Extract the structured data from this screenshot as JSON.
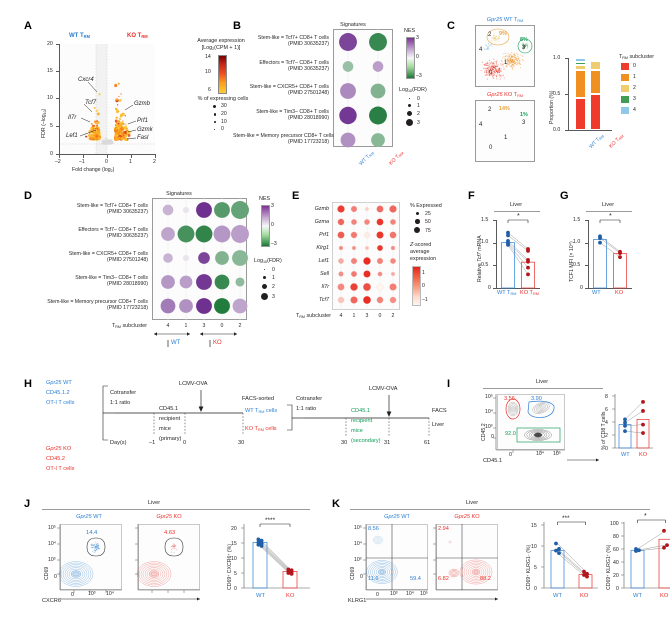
{
  "figure": {
    "panels": [
      "A",
      "B",
      "C",
      "D",
      "E",
      "F",
      "G",
      "H",
      "I",
      "J",
      "K"
    ]
  },
  "panelA": {
    "letter": "A",
    "group_wt": "WT T",
    "group_wt_sub": "RM",
    "group_ko": "KO T",
    "group_ko_sub": "RM",
    "ylabel": "FDR (–log10)",
    "xlabel": "Fold change (log2)",
    "yticks": [
      "0",
      "5",
      "10",
      "15",
      "20"
    ],
    "xticks": [
      "–2",
      "–1",
      "0",
      "1",
      "2"
    ],
    "genes_left": [
      "Cxcr4",
      "Tcf7",
      "Il7r",
      "Lef1"
    ],
    "genes_right": [
      "Gzmb",
      "Prf1",
      "Gzmk",
      "Fasl"
    ],
    "legend_title1": "Average expression",
    "legend_title2": "[Log2(CPM + 1)]",
    "cbar_ticks": [
      "14",
      "10",
      "6"
    ],
    "size_legend_title": "% of expressing cells",
    "size_legend": [
      "30",
      "20",
      "10",
      "0"
    ]
  },
  "panelB": {
    "letter": "B",
    "header": "Signatures",
    "rows": [
      {
        "l1": "Stem-like = Tcf7+ CD8+ T cells",
        "l2": "(PMID 30635237)",
        "wt": {
          "nes": 2.6,
          "fdr": 2.6
        },
        "ko": {
          "nes": -2.6,
          "fdr": 2.6
        }
      },
      {
        "l1": "Effectors = Tcf7– CD8+ T cells",
        "l2": "(PMID 30635237)",
        "wt": {
          "nes": -1.3,
          "fdr": 1.2
        },
        "ko": {
          "nes": 1.3,
          "fdr": 1.2
        }
      },
      {
        "l1": "Stem-like = CXCR5+ CD8+ T cells",
        "l2": "(PMID 27501248)",
        "wt": {
          "nes": 1.6,
          "fdr": 2.2
        },
        "ko": {
          "nes": -1.6,
          "fdr": 2.0
        }
      },
      {
        "l1": "Stem-like = Tim3– CD8+ T cells",
        "l2": "(PMID 28018990)",
        "wt": {
          "nes": 2.8,
          "fdr": 2.5
        },
        "ko": {
          "nes": -2.8,
          "fdr": 2.6
        }
      },
      {
        "l1": "Stem-like = Memory precursor CD8+ T cells",
        "l2": "(PMID 17723218)",
        "wt": {
          "nes": 1.5,
          "fdr": 2.0
        },
        "ko": {
          "nes": -1.5,
          "fdr": 1.8
        }
      }
    ],
    "col_wt": "WT T",
    "col_ko": "KO T",
    "col_sub": "RM",
    "nes_title": "NES",
    "nes_ticks": [
      "3",
      "0",
      "–3"
    ],
    "fdr_title": "Log10(FDR)",
    "fdr_ticks": [
      "0",
      "1",
      "2",
      "3"
    ]
  },
  "panelC": {
    "letter": "C",
    "top_title_gene": "Gpr25",
    "top_title_rest": " WT T",
    "top_title_sub": "RM",
    "bot_title_gene": "Gpr25",
    "bot_title_rest": " KO T",
    "bot_title_sub": "RM",
    "umap_wt": {
      "clusters": [
        "0",
        "1",
        "2",
        "3",
        "4"
      ],
      "pct_c2": "9%",
      "pct_c3": "8%"
    },
    "umap_ko": {
      "clusters": [
        "0",
        "1",
        "2",
        "3",
        "4"
      ],
      "pct_c2": "14%",
      "pct_c3": "1%"
    },
    "bar_ylabel": "Proportion (%)",
    "bar_yticks": [
      "0.0",
      "0.5",
      "1.0"
    ],
    "bar_xlabels": [
      "WT T",
      "KO T"
    ],
    "bar_xsub": "RM",
    "legend_title": "T",
    "legend_title_sub": "RM",
    "legend_title_rest": " subcluster",
    "legend_items": [
      {
        "label": "0",
        "color": "#ef3b2c"
      },
      {
        "label": "1",
        "color": "#ef9020"
      },
      {
        "label": "2",
        "color": "#f0cc70"
      },
      {
        "label": "3",
        "color": "#3f9e54"
      },
      {
        "label": "4",
        "color": "#8fc8e8"
      }
    ],
    "stacks": {
      "WT": [
        0.44,
        0.39,
        0.07,
        0.05,
        0.05
      ],
      "KO": [
        0.5,
        0.33,
        0.13,
        0.02,
        0.02
      ]
    }
  },
  "panelD": {
    "letter": "D",
    "header": "Signatures",
    "rows": [
      {
        "l1": "Stem-like = Tcf7+ CD8+ T cells",
        "l2": "(PMID 30635237)",
        "v": [
          {
            "nes": 1.0,
            "fdr": 1.2
          },
          {
            "nes": 0.3,
            "fdr": 0.3
          },
          {
            "nes": 2.9,
            "fdr": 2.2
          },
          {
            "nes": -2.2,
            "fdr": 2.2
          },
          {
            "nes": -2.0,
            "fdr": 2.6
          }
        ]
      },
      {
        "l1": "Effectors = Tcf7– CD8+ T cells",
        "l2": "(PMID 30635237)",
        "v": [
          {
            "nes": 1.2,
            "fdr": 1.8
          },
          {
            "nes": -2.4,
            "fdr": 2.4
          },
          {
            "nes": -2.7,
            "fdr": 2.4
          },
          {
            "nes": 1.4,
            "fdr": 2.4
          },
          {
            "nes": 1.3,
            "fdr": 2.6
          }
        ]
      },
      {
        "l1": "Stem-like = CXCR5+ CD8+ T cells",
        "l2": "(PMID 27501248)",
        "v": [
          {
            "nes": 1.0,
            "fdr": 1.0
          },
          {
            "nes": 0.3,
            "fdr": 0.3
          },
          {
            "nes": 2.6,
            "fdr": 1.4
          },
          {
            "nes": -1.6,
            "fdr": 1.8
          },
          {
            "nes": -1.5,
            "fdr": 2.2
          }
        ]
      },
      {
        "l1": "Stem-like = Tim3– CD8+ T cells",
        "l2": "(PMID 28018990)",
        "v": [
          {
            "nes": 1.4,
            "fdr": 1.8
          },
          {
            "nes": 1.3,
            "fdr": 1.6
          },
          {
            "nes": 2.8,
            "fdr": 2.2
          },
          {
            "nes": -2.6,
            "fdr": 2.0
          },
          {
            "nes": -1.4,
            "fdr": 0.9
          }
        ]
      },
      {
        "l1": "Stem-like = Memory precursor CD8+ T cells",
        "l2": "(PMID 17723218)",
        "v": [
          {
            "nes": 1.8,
            "fdr": 2.0
          },
          {
            "nes": 1.5,
            "fdr": 1.8
          },
          {
            "nes": 2.9,
            "fdr": 2.2
          },
          {
            "nes": -2.9,
            "fdr": 2.2
          },
          {
            "nes": 1.2,
            "fdr": 2.0
          }
        ]
      }
    ],
    "xaxis_label": "T",
    "xaxis_sub": "RM",
    "xaxis_rest": " subcluster",
    "xticks": [
      "4",
      "1",
      "3",
      "0",
      "2"
    ],
    "group_wt": "WT",
    "group_ko": "KO",
    "nes_title": "NES",
    "nes_ticks": [
      "3",
      "0",
      "–3"
    ],
    "fdr_title": "Log10(FDR)",
    "fdr_ticks": [
      "0",
      "1",
      "2",
      "3"
    ]
  },
  "panelE": {
    "letter": "E",
    "genes": [
      "Gzmb",
      "Gzma",
      "Prf1",
      "Klrg1",
      "Lef1",
      "Sell",
      "Il7r",
      "Tcf7"
    ],
    "xticks": [
      "4",
      "1",
      "3",
      "0",
      "2"
    ],
    "xaxis_label": "T",
    "xaxis_sub": "RM",
    "xaxis_rest": " subcluster",
    "matrix": [
      [
        {
          "e": 0.95,
          "p": 60
        },
        {
          "e": 0.25,
          "p": 45
        },
        {
          "e": -0.6,
          "p": 15
        },
        {
          "e": 0.45,
          "p": 55
        },
        {
          "e": 0.5,
          "p": 60
        }
      ],
      [
        {
          "e": 0.5,
          "p": 50
        },
        {
          "e": 0.2,
          "p": 40
        },
        {
          "e": 0.15,
          "p": 40
        },
        {
          "e": 1.0,
          "p": 55
        },
        {
          "e": 0.2,
          "p": 40
        }
      ],
      [
        {
          "e": 0.6,
          "p": 55
        },
        {
          "e": 0.3,
          "p": 48
        },
        {
          "e": -0.9,
          "p": 40
        },
        {
          "e": 1.0,
          "p": 58
        },
        {
          "e": 0.35,
          "p": 52
        }
      ],
      [
        {
          "e": 0.1,
          "p": 22
        },
        {
          "e": 0.05,
          "p": 20
        },
        {
          "e": -0.4,
          "p": 14
        },
        {
          "e": 1.0,
          "p": 42
        },
        {
          "e": 0.1,
          "p": 22
        }
      ],
      [
        {
          "e": -0.2,
          "p": 38
        },
        {
          "e": 0.2,
          "p": 45
        },
        {
          "e": 1.1,
          "p": 62
        },
        {
          "e": 0.2,
          "p": 45
        },
        {
          "e": 0.15,
          "p": 40
        }
      ],
      [
        {
          "e": 0.1,
          "p": 32
        },
        {
          "e": 0.3,
          "p": 42
        },
        {
          "e": 1.1,
          "p": 58
        },
        {
          "e": 0.1,
          "p": 28
        },
        {
          "e": -0.2,
          "p": 18
        }
      ],
      [
        {
          "e": 0.15,
          "p": 55
        },
        {
          "e": 0.9,
          "p": 62
        },
        {
          "e": 0.75,
          "p": 65
        },
        {
          "e": -1.0,
          "p": 52
        },
        {
          "e": 0.25,
          "p": 58
        }
      ],
      [
        {
          "e": -0.5,
          "p": 48
        },
        {
          "e": 0.5,
          "p": 58
        },
        {
          "e": 1.1,
          "p": 65
        },
        {
          "e": 0.2,
          "p": 50
        },
        {
          "e": 0.1,
          "p": 48
        }
      ]
    ],
    "size_title": "% Expressed",
    "size_items": [
      "25",
      "50",
      "75"
    ],
    "color_title_l1": "-scored",
    "color_title_l2": "average",
    "color_title_l3": "expression",
    "color_title_z": "Z",
    "color_ticks": [
      "1",
      "0",
      "–1"
    ]
  },
  "panelF": {
    "letter": "F",
    "tissue": "Liver",
    "ylabel_pre": "Relative ",
    "ylabel_gene": "Tcf7",
    "ylabel_post": " mRNA",
    "yticks": [
      "0",
      "0.5",
      "1.0",
      "1.5"
    ],
    "sig": "*",
    "xlabels": [
      "WT T",
      "KO T"
    ],
    "xsub": "RM",
    "bars": [
      1.0,
      0.57
    ],
    "wt_points": [
      1.22,
      1.16,
      1.04,
      1.0,
      0.98,
      0.95
    ],
    "ko_points": [
      0.86,
      0.82,
      0.62,
      0.58,
      0.45,
      0.3
    ]
  },
  "panelG": {
    "letter": "G",
    "tissue": "Liver",
    "ylabel": "TCF1 MFI (× 10⁴)",
    "yticks": [
      "0",
      "0.5",
      "1.0",
      "1.5"
    ],
    "sig": "*",
    "xlabels": [
      "WT",
      "KO"
    ],
    "bars": [
      1.07,
      0.76
    ],
    "wt_points": [
      1.14,
      1.1,
      1.0
    ],
    "ko_points": [
      0.8,
      0.77,
      0.68
    ]
  },
  "panelH": {
    "letter": "H",
    "left_top": {
      "gene": "Gpr25",
      "l1": " WT",
      "l2": "CD45.1.2",
      "l3": "OT-I T cells"
    },
    "left_bot": {
      "gene": "Gpr25",
      "l1": " KO",
      "l2": "CD45.2",
      "l3": "OT-I T cells"
    },
    "cotransfer1_l1": "Cotransfer",
    "cotransfer1_l2": "1:1 ratio",
    "recipient1_l1": "CD45.1",
    "recipient1_l2": "recipient",
    "recipient1_l3": "mice",
    "recipient1_l4": "(primary)",
    "lcmv1": "LCMV-OVA",
    "facs_sorted": "FACS-sorted",
    "facs_wt": "WT T",
    "facs_wt_sub": "RM",
    "facs_wt_post": " cells",
    "facs_ko": "KO T",
    "facs_ko_sub": "RM",
    "facs_ko_post": " cells",
    "cotransfer2_l1": "Cotransfer",
    "cotransfer2_l2": "1:1 ratio",
    "recipient2_l1": "CD45.1",
    "recipient2_l2": "recipient",
    "recipient2_l3": "mice",
    "recipient2_l4": "(secondary)",
    "lcmv2": "LCMV-OVA",
    "facs_end_l1": "FACS",
    "facs_end_l2": "Liver",
    "days_label": "Day(s)",
    "days": [
      "–1",
      "0",
      "30",
      "30",
      "31",
      "61"
    ]
  },
  "panelI": {
    "letter": "I",
    "tissue": "Liver",
    "ylabel": "CD45.2",
    "xlabel": "CD45.1",
    "yticks": [
      "0",
      "10³",
      "10⁴",
      "10⁵"
    ],
    "xticks": [
      "0",
      "10⁴",
      "10⁵"
    ],
    "gate_red": "3.56",
    "gate_blue": "3.90",
    "gate_green": "92.0",
    "bar_ylabel": "% of CD8 T cells",
    "bar_yticks": [
      "0",
      "2",
      "4",
      "6",
      "8"
    ],
    "xlabels": [
      "WT",
      "KO"
    ],
    "bars": [
      3.6,
      4.4
    ],
    "wt_points": [
      4.4,
      3.9,
      3.4,
      2.6
    ],
    "ko_points": [
      7.1,
      5.7,
      3.6,
      2.3
    ]
  },
  "panelJ": {
    "letter": "J",
    "tissue": "Liver",
    "title_wt_gene": "Gpr25",
    "title_wt_rest": " WT",
    "title_ko_gene": "Gpr25",
    "title_ko_rest": " KO",
    "ylabel": "CD69",
    "xlabel": "CXCR6",
    "yticks": [
      "0",
      "10³",
      "10⁴",
      "10⁵"
    ],
    "xticks": [
      "0",
      "10³",
      "10⁴"
    ],
    "gate_wt": "14.4",
    "gate_ko": "4.63",
    "bar_ylabel": "CD69+ CXCR6+ (%)",
    "bar_yticks": [
      "0",
      "5",
      "10",
      "15",
      "20"
    ],
    "sig": "****",
    "xlabels": [
      "WT",
      "KO"
    ],
    "bars": [
      15.2,
      5.5
    ],
    "wt_points": [
      16.2,
      15.8,
      15.2,
      14.8,
      14.4,
      14.0
    ],
    "ko_points": [
      6.2,
      5.9,
      5.6,
      5.3,
      5.0,
      4.7
    ]
  },
  "panelK": {
    "letter": "K",
    "tissue": "Liver",
    "title_wt_gene": "Gpr25",
    "title_wt_rest": " WT",
    "title_ko_gene": "Gpr25",
    "title_ko_rest": " KO",
    "ylabel": "CD69",
    "xlabel": "KLRG1",
    "yticks": [
      "0",
      "10³",
      "10⁴",
      "10⁵"
    ],
    "xticks": [
      "0",
      "10³",
      "10⁴",
      "10⁵"
    ],
    "wt_q": {
      "ul": "8.56",
      "ll": "11.6",
      "lr": "59.4"
    },
    "ko_q": {
      "ul": "2.94",
      "ll": "6.82",
      "lr": "88.2"
    },
    "bar1_ylabel": "CD69+ KLRG1– (%)",
    "bar1_yticks": [
      "0",
      "5",
      "10",
      "15"
    ],
    "bar1_sig": "***",
    "bar1_values": [
      8.9,
      3.2
    ],
    "bar1_wt_points": [
      10.6,
      9.3,
      8.9,
      8.3
    ],
    "bar1_ko_points": [
      3.9,
      3.4,
      3.1,
      2.7
    ],
    "bar2_ylabel": "CD69+ KLRG1+ (%)",
    "bar2_yticks": [
      "0",
      "20",
      "40",
      "60",
      "80",
      "100"
    ],
    "bar2_sig": "*",
    "bar2_values": [
      58,
      75
    ],
    "bar2_wt_points": [
      60,
      58,
      57
    ],
    "bar2_ko_points": [
      88,
      66,
      62
    ],
    "xlabels": [
      "WT",
      "KO"
    ]
  }
}
